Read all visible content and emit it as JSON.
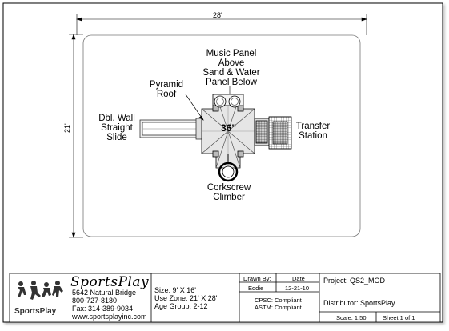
{
  "dimensions": {
    "width_label": "28'",
    "height_label": "21'"
  },
  "labels": {
    "music_panel": [
      "Music Panel",
      "Above",
      "Sand & Water",
      "Panel Below"
    ],
    "pyramid_roof": [
      "Pyramid",
      "Roof"
    ],
    "slide": [
      "Dbl. Wall",
      "Straight",
      "Slide"
    ],
    "transfer": [
      "Transfer",
      "Station"
    ],
    "corkscrew": [
      "Corkscrew",
      "Climber"
    ],
    "deck_height": "36\""
  },
  "title_block": {
    "company": {
      "name": "SportsPlay",
      "logo_text": "SportsPlay",
      "address": "5642 Natural Bridge",
      "phone": "800-727-8180",
      "fax": "Fax: 314-389-9034",
      "website": "www.sportsplayinc.com"
    },
    "specs": {
      "size": "Size: 9' X 16'",
      "use_zone": "Use Zone: 21' X 28'",
      "age_group": "Age Group: 2-12"
    },
    "drawn_by_header": "Drawn By:",
    "date_header": "Date",
    "drawn_by": "Eddie",
    "date": "12-21-10",
    "cpsc": "CPSC: Compliant",
    "astm": "ASTM: Compliant",
    "project": "Project: QS2_MOD",
    "distributor": "Distributor: SportsPlay",
    "scale": "Scale: 1:50",
    "sheet": "Sheet 1 of 1"
  }
}
